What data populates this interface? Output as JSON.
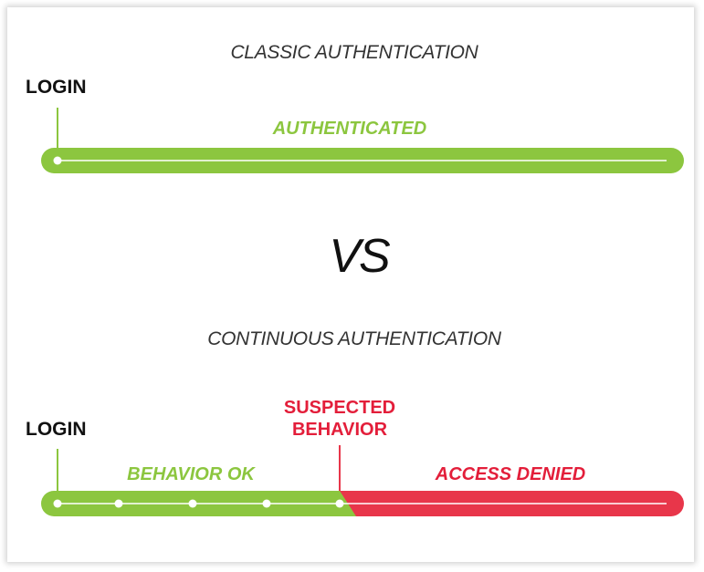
{
  "classic": {
    "heading": "CLASSIC AUTHENTICATION",
    "login_label": "LOGIN",
    "bar_label": "AUTHENTICATED"
  },
  "vs_label": "VS",
  "continuous": {
    "heading": "CONTINUOUS AUTHENTICATION",
    "login_label": "LOGIN",
    "suspected_label": "SUSPECTED\nBEHAVIOR",
    "ok_label": "BEHAVIOR OK",
    "denied_label": "ACCESS DENIED"
  },
  "colors": {
    "green": "#8cc63f",
    "green_text": "#8cc63f",
    "red": "#e8364a",
    "red_text": "#e31e3a",
    "dark_text": "#111111"
  }
}
